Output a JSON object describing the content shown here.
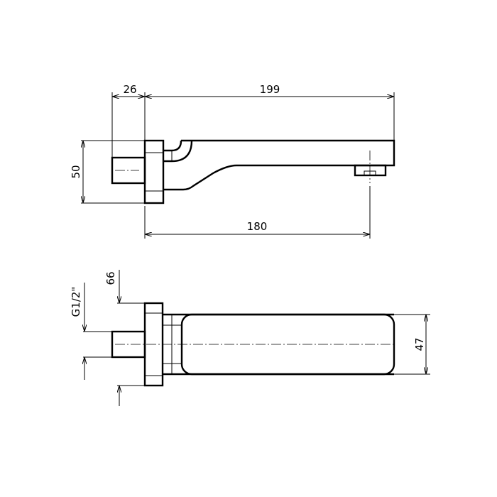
{
  "side_view": {
    "dim_inlet_depth": "26",
    "dim_total_length": "199",
    "dim_height": "50",
    "dim_outlet_distance": "180"
  },
  "top_view": {
    "dim_thread": "G1/2\"",
    "dim_flange": "66",
    "dim_width": "47"
  }
}
